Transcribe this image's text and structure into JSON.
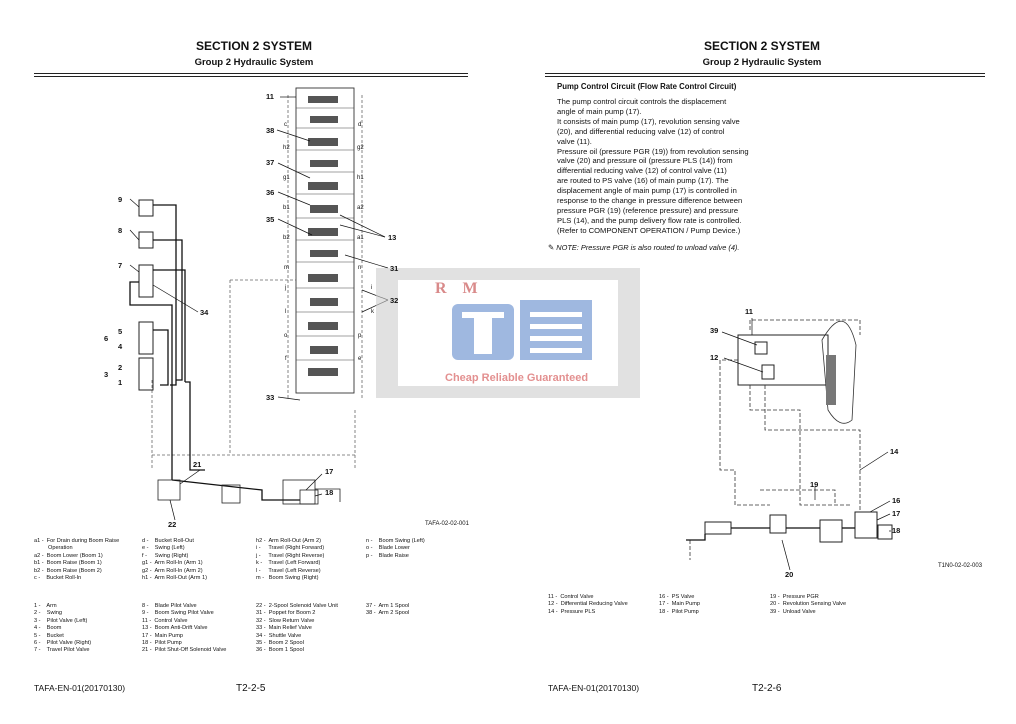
{
  "left_page": {
    "section": "SECTION 2 SYSTEM",
    "group": "Group 2 Hydraulic System",
    "figure_id": "TAFA-02-02-001",
    "legend_letters": [
      "a1 -  For Drain during Boom Raise\n         Operation\na2 -  Boom Lower (Boom 1)\nb1 -  Boom Raise (Boom 1)\nb2 -  Boom Raise (Boom 2)\nc -    Bucket Roll-In",
      "d -    Bucket Roll-Out\ne -    Swing (Left)\nf -     Swing (Right)\ng1 -  Arm Roll-In (Arm 1)\ng2 -  Arm Roll-In (Arm 2)\nh1 -  Arm Roll-Out (Arm 1)",
      "h2 -  Arm Roll-Out (Arm 2)\ni -     Travel (Right Forward)\nj -     Travel (Right Reverse)\nk -    Travel (Left Forward)\nl -     Travel (Left Reverse)\nm -   Boom Swing (Right)",
      "n -    Boom Swing (Left)\no -    Blade Lower\np -    Blade Raise"
    ],
    "legend_numbers": [
      "1 -    Arm\n2 -    Swing\n3 -    Pilot Valve (Left)\n4 -    Boom\n5 -    Bucket\n6 -    Pilot Valve (Right)\n7 -    Travel Pilot Valve",
      "8 -    Blade Pilot Valve\n9 -    Boom Swing Pilot Valve\n11 -  Control Valve\n13 -  Boom Anti-Drift Valve\n17 -  Main Pump\n18 -  Pilot Pump\n21 -  Pilot Shut-Off Solenoid Valve",
      "22 -  2-Spool Solenoid Valve Unit\n31 -  Poppet for Boom 2\n32 -  Slow Return Valve\n33 -  Main Relief Valve\n34 -  Shuttle Valve\n35 -  Boom 2 Spool\n36 -  Boom 1 Spool",
      "37 -  Arm 1 Spool\n38 -  Arm 2 Spool"
    ],
    "diagram_labels": [
      "11",
      "38",
      "37",
      "36",
      "35",
      "13",
      "31",
      "32",
      "33",
      "9",
      "8",
      "7",
      "34",
      "5",
      "6",
      "4",
      "2",
      "3",
      "1",
      "21",
      "22",
      "17",
      "18"
    ],
    "port_labels": [
      "c",
      "d",
      "h2",
      "g2",
      "g1",
      "h1",
      "b1",
      "a2",
      "b2",
      "a1",
      "m",
      "n",
      "j",
      "i",
      "l",
      "k",
      "o",
      "p",
      "f",
      "e"
    ],
    "footer_doc": "TAFA-EN-01(20170130)",
    "footer_page": "T2-2-5"
  },
  "right_page": {
    "section": "SECTION 2 SYSTEM",
    "group": "Group 2 Hydraulic System",
    "heading": "Pump Control Circuit (Flow Rate Control Circuit)",
    "paragraph_lines": [
      "The pump control circuit controls the displacement",
      "angle of main pump (17).",
      "It consists of main pump (17), revolution sensing valve",
      "(20), and differential reducing valve (12) of control",
      "valve (11).",
      "Pressure oil (pressure PGR (19)) from revolution sensing",
      "valve (20) and pressure oil (pressure PLS (14)) from",
      "differential reducing valve (12) of control valve (11)",
      "are routed to PS valve (16) of main pump (17). The",
      "displacement angle of main pump (17) is controlled in",
      "response to the change in pressure difference between",
      "pressure PGR (19) (reference pressure) and pressure",
      "PLS (14), and the pump delivery flow rate is controlled.",
      "(Refer to COMPONENT OPERATION / Pump Device.)"
    ],
    "note": "NOTE:    Pressure PGR is also routed to unload valve (4).",
    "figure_id": "T1N0-02-02-003",
    "diagram_labels": [
      "11",
      "39",
      "12",
      "14",
      "19",
      "16",
      "17",
      "18",
      "20"
    ],
    "legend": [
      "11 -  Control Valve\n12 -  Differential Reducing Valve\n14 -  Pressure PLS",
      "16 -  PS Valve\n17 -  Main Pump\n18 -  Pilot Pump",
      "19 -  Pressure PGR\n20 -  Revolution Sensing Valve\n39 -  Unload Valve"
    ],
    "footer_doc": "TAFA-EN-01(20170130)",
    "footer_page": "T2-2-6"
  },
  "watermark": {
    "logo_text": "R M",
    "tagline": "Cheap Reliable Guaranteed"
  }
}
